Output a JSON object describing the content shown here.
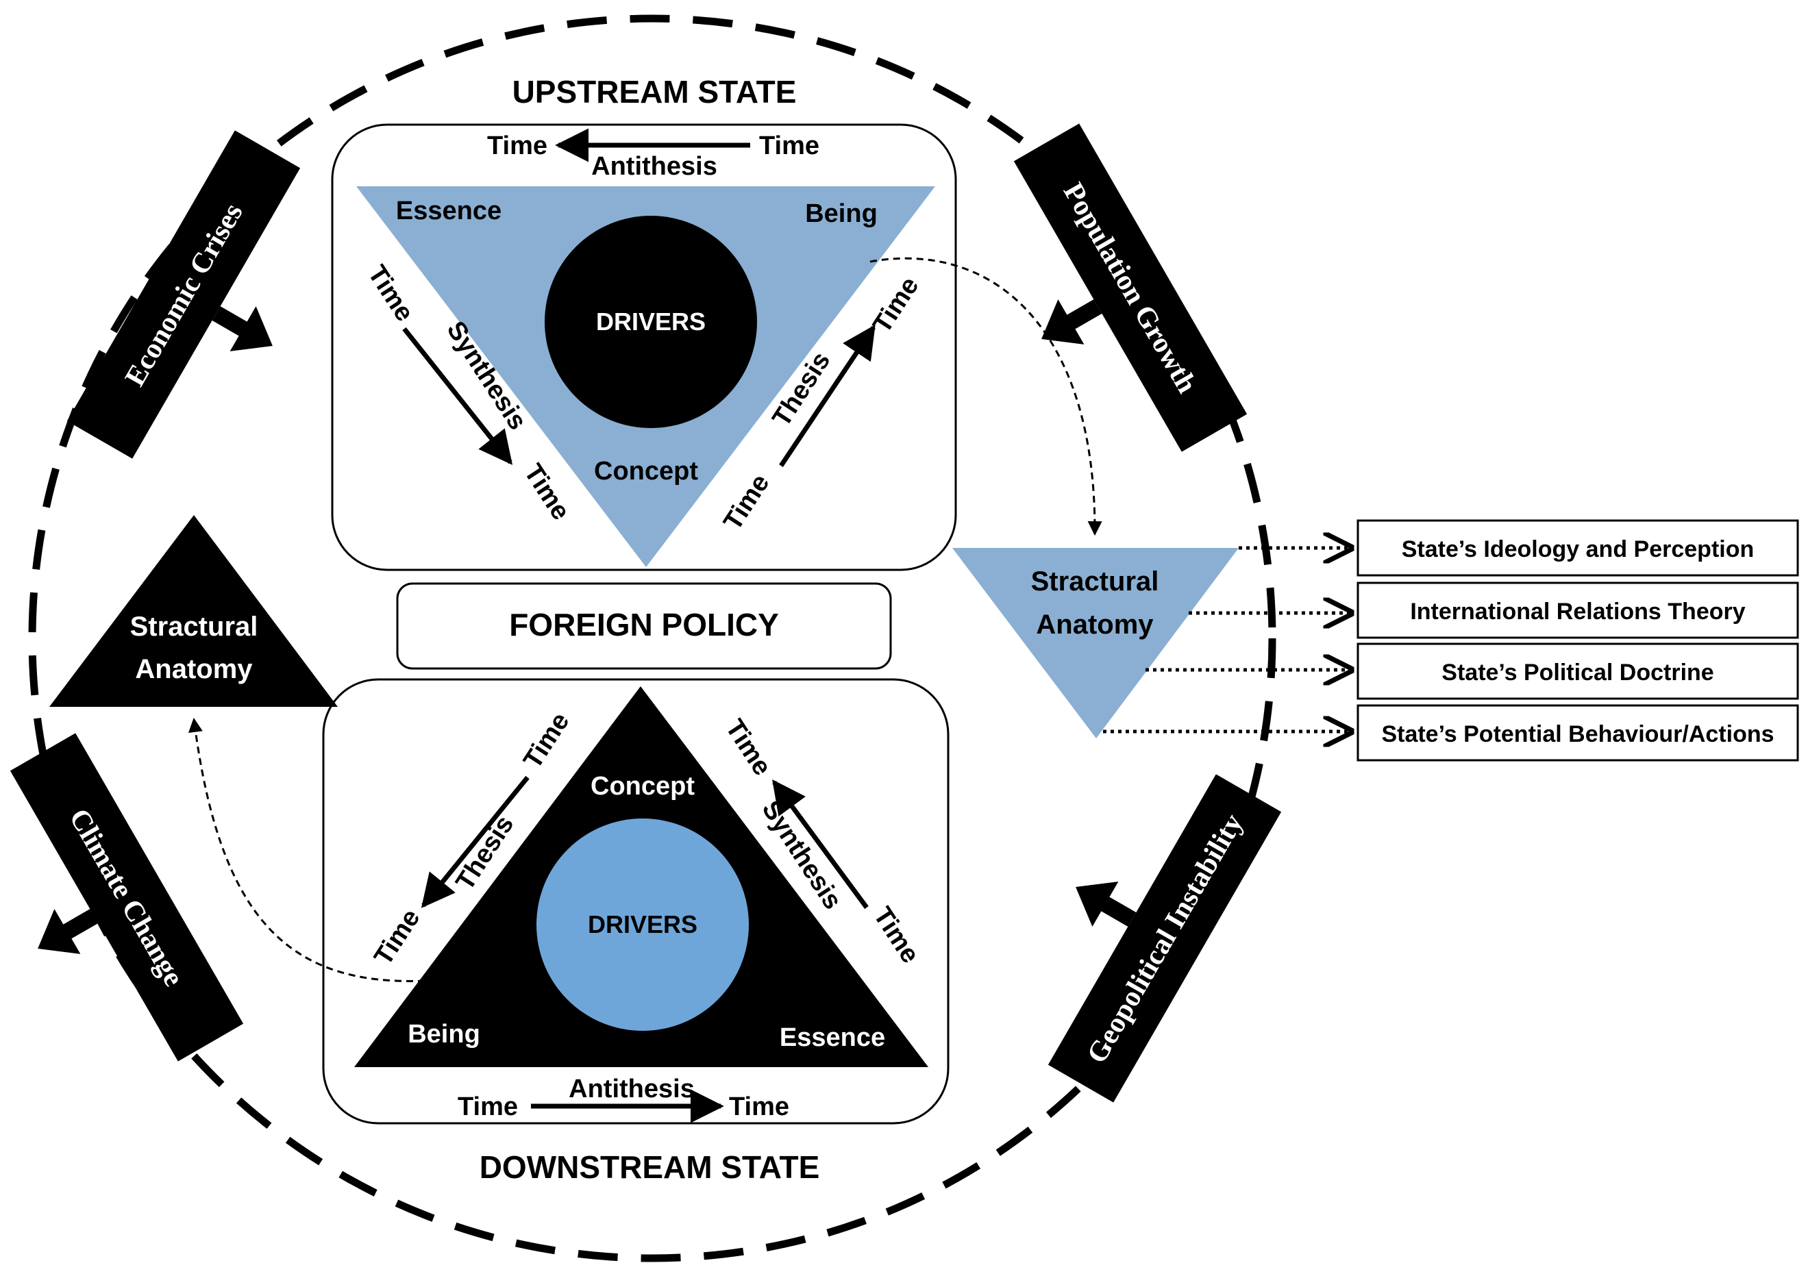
{
  "upstream": {
    "title": "UPSTREAM STATE",
    "antithesis": {
      "left_time": "Time",
      "right_time": "Time",
      "label": "Antithesis"
    },
    "vertices": {
      "essence": "Essence",
      "being": "Being",
      "concept": "Concept"
    },
    "drivers": "DRIVERS",
    "synthesis": {
      "label": "Synthesis",
      "time_start": "Time",
      "time_end": "Time"
    },
    "thesis": {
      "label": "Thesis",
      "time_start": "Time",
      "time_end": "Time"
    }
  },
  "foreign_policy": "FOREIGN POLICY",
  "downstream": {
    "title": "DOWNSTREAM STATE",
    "antithesis": {
      "left_time": "Time",
      "right_time": "Time",
      "label": "Antithesis"
    },
    "vertices": {
      "concept": "Concept",
      "being": "Being",
      "essence": "Essence"
    },
    "drivers": "DRIVERS",
    "thesis": {
      "label": "Thesis",
      "time_start": "Time",
      "time_end": "Time"
    },
    "synthesis": {
      "label": "Synthesis",
      "time_start": "Time",
      "time_end": "Time"
    }
  },
  "left_anatomy": {
    "line1": "Stractural",
    "line2": "Anatomy"
  },
  "right_anatomy": {
    "line1": "Stractural",
    "line2": "Anatomy"
  },
  "outputs": [
    "State’s Ideology and Perception",
    "International Relations Theory",
    "State’s Political Doctrine",
    "State’s Potential Behaviour/Actions"
  ],
  "pressures": {
    "economic": "Economic Crises",
    "population": "Population Growth",
    "climate": "Climate Change",
    "geopolitical": "Geopolitical Instability"
  },
  "colors": {
    "light_blue": "#8aafd2",
    "circle_blue": "#6fa6da",
    "black": "#000000"
  }
}
